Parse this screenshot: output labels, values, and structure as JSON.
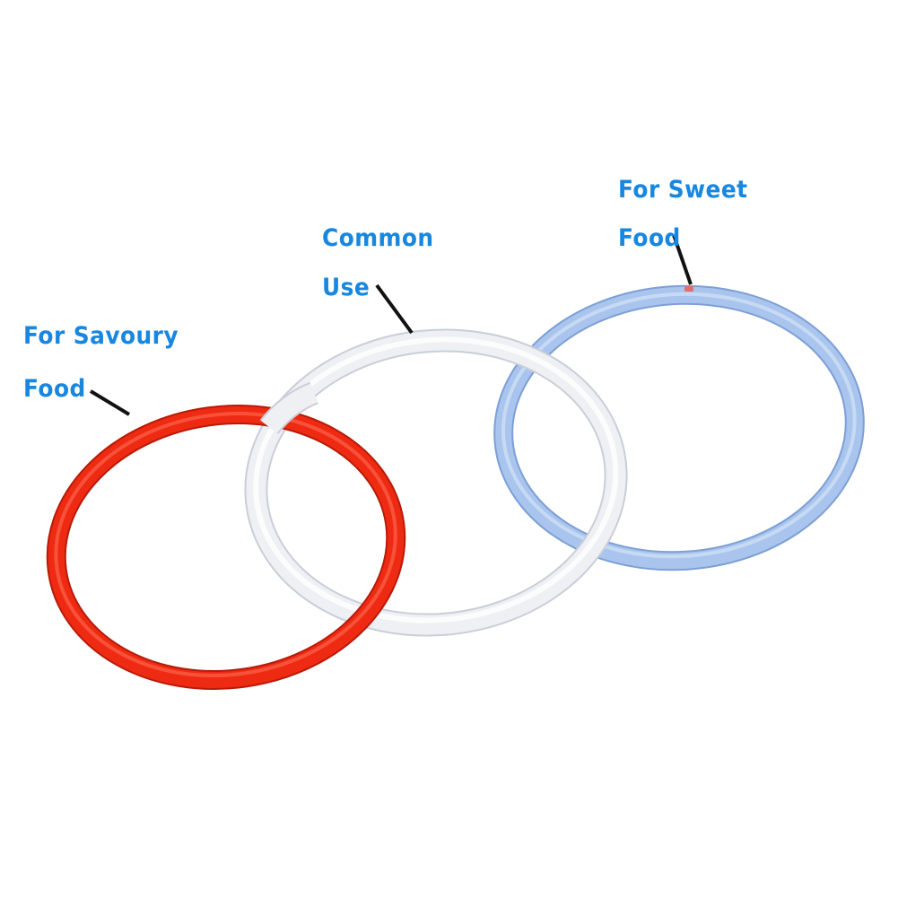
{
  "labels": {
    "savoury": {
      "line1": "For Savoury",
      "line2": "Food"
    },
    "common": {
      "line1": "Common",
      "line2": "Use"
    },
    "sweet": {
      "line1": "For Sweet",
      "line2": "Food"
    }
  },
  "rings": {
    "red": {
      "color": "#ee2b12",
      "highlight": "#ff6a55",
      "shadow": "#b81a08"
    },
    "white": {
      "color": "#eef0f4",
      "highlight": "#ffffff",
      "shadow": "#c9ced8"
    },
    "blue": {
      "color": "#a9c5ee",
      "highlight": "#d4e2f7",
      "shadow": "#7d9fd6"
    }
  },
  "text_color": "#1787e0",
  "background": "#ffffff"
}
